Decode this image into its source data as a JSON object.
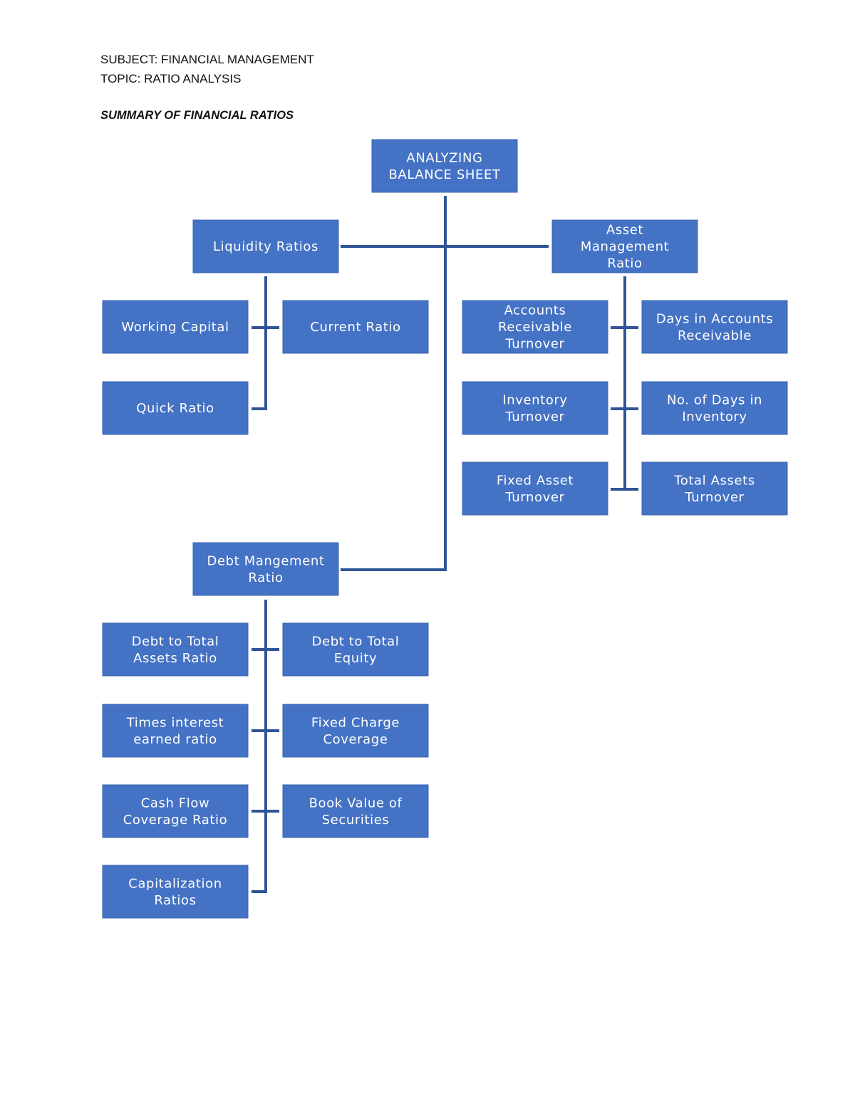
{
  "header": {
    "subject": "SUBJECT: FINANCIAL MANAGEMENT",
    "topic": "TOPIC: RATIO ANALYSIS",
    "summary": "SUMMARY OF FINANCIAL RATIOS"
  },
  "colors": {
    "box": "#4472c4",
    "connector": "#2f5597",
    "text": "#ffffff"
  },
  "diagram": {
    "root": {
      "id": "analyzing-balance-sheet",
      "lines": [
        "ANALYZING",
        "BALANCE SHEET"
      ]
    },
    "groups": [
      {
        "id": "liquidity-ratios",
        "lines": [
          "Liquidity Ratios"
        ],
        "children": [
          {
            "id": "working-capital",
            "lines": [
              "Working Capital"
            ]
          },
          {
            "id": "current-ratio",
            "lines": [
              "Current Ratio"
            ]
          },
          {
            "id": "quick-ratio",
            "lines": [
              "Quick Ratio"
            ]
          }
        ]
      },
      {
        "id": "asset-management-ratio",
        "lines": [
          "Asset",
          "Management",
          "Ratio"
        ],
        "children": [
          {
            "id": "accounts-receivable-turnover",
            "lines": [
              "Accounts",
              "Receivable",
              "Turnover"
            ]
          },
          {
            "id": "days-in-accounts-receivable",
            "lines": [
              "Days in Accounts",
              "Receivable"
            ]
          },
          {
            "id": "inventory-turnover",
            "lines": [
              "Inventory",
              "Turnover"
            ]
          },
          {
            "id": "no-of-days-in-inventory",
            "lines": [
              "No. of Days in",
              "Inventory"
            ]
          },
          {
            "id": "fixed-asset-turnover",
            "lines": [
              "Fixed Asset",
              "Turnover"
            ]
          },
          {
            "id": "total-assets-turnover",
            "lines": [
              "Total Assets",
              "Turnover"
            ]
          }
        ]
      },
      {
        "id": "debt-management-ratio",
        "lines": [
          "Debt Mangement",
          "Ratio"
        ],
        "children": [
          {
            "id": "debt-to-total-assets-ratio",
            "lines": [
              "Debt to Total",
              "Assets Ratio"
            ]
          },
          {
            "id": "debt-to-total-equity",
            "lines": [
              "Debt to Total",
              "Equity"
            ]
          },
          {
            "id": "times-interest-earned-ratio",
            "lines": [
              "Times interest",
              "earned ratio"
            ]
          },
          {
            "id": "fixed-charge-coverage",
            "lines": [
              "Fixed Charge",
              "Coverage"
            ]
          },
          {
            "id": "cash-flow-coverage-ratio",
            "lines": [
              "Cash Flow",
              "Coverage Ratio"
            ]
          },
          {
            "id": "book-value-of-securities",
            "lines": [
              "Book Value of",
              "Securities"
            ]
          },
          {
            "id": "capitalization-ratios",
            "lines": [
              "Capitalization",
              "Ratios"
            ]
          }
        ]
      }
    ]
  }
}
